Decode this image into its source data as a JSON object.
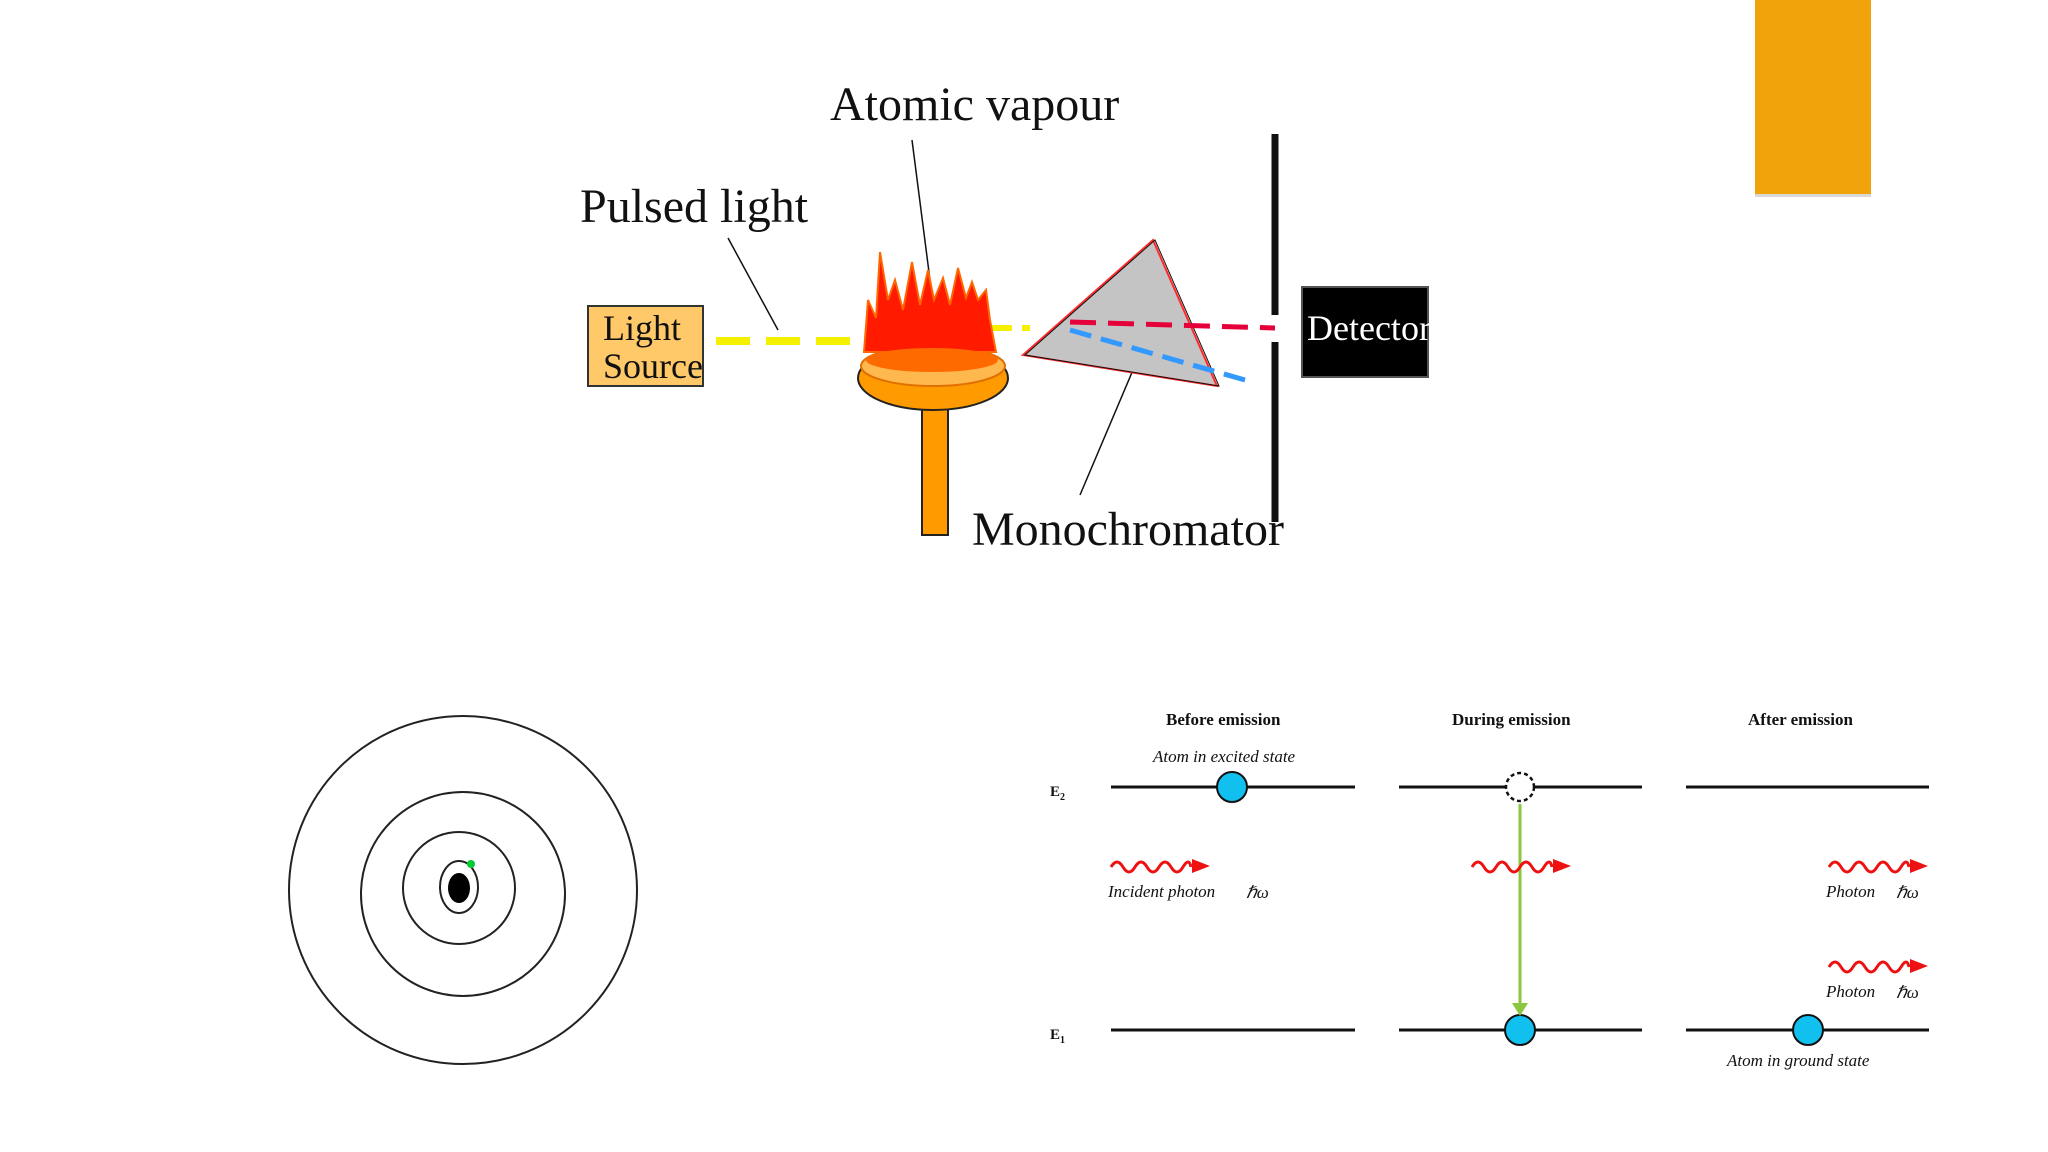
{
  "accent_color": "#f0a30a",
  "spectrometer": {
    "atomic_vapour": "Atomic vapour",
    "pulsed_light": "Pulsed light",
    "light_source_line1": "Light",
    "light_source_line2": "Source",
    "detector": "Detector",
    "monochromator": "Monochromator"
  },
  "emission": {
    "before_emission": "Before emission",
    "during_emission": "During emission",
    "after_emission": "After emission",
    "atom_excited": "Atom in excited state",
    "atom_ground": "Atom in ground state",
    "incident_photon": "Incident photon",
    "photon_1": "Photon",
    "photon_2": "Photon",
    "hbar_omega_incident": "ℏω",
    "hbar_omega_1": "ℏω",
    "hbar_omega_2": "ℏω",
    "level_e2_main": "E",
    "level_e2_sub": "2",
    "level_e1_main": "E",
    "level_e1_sub": "1"
  }
}
